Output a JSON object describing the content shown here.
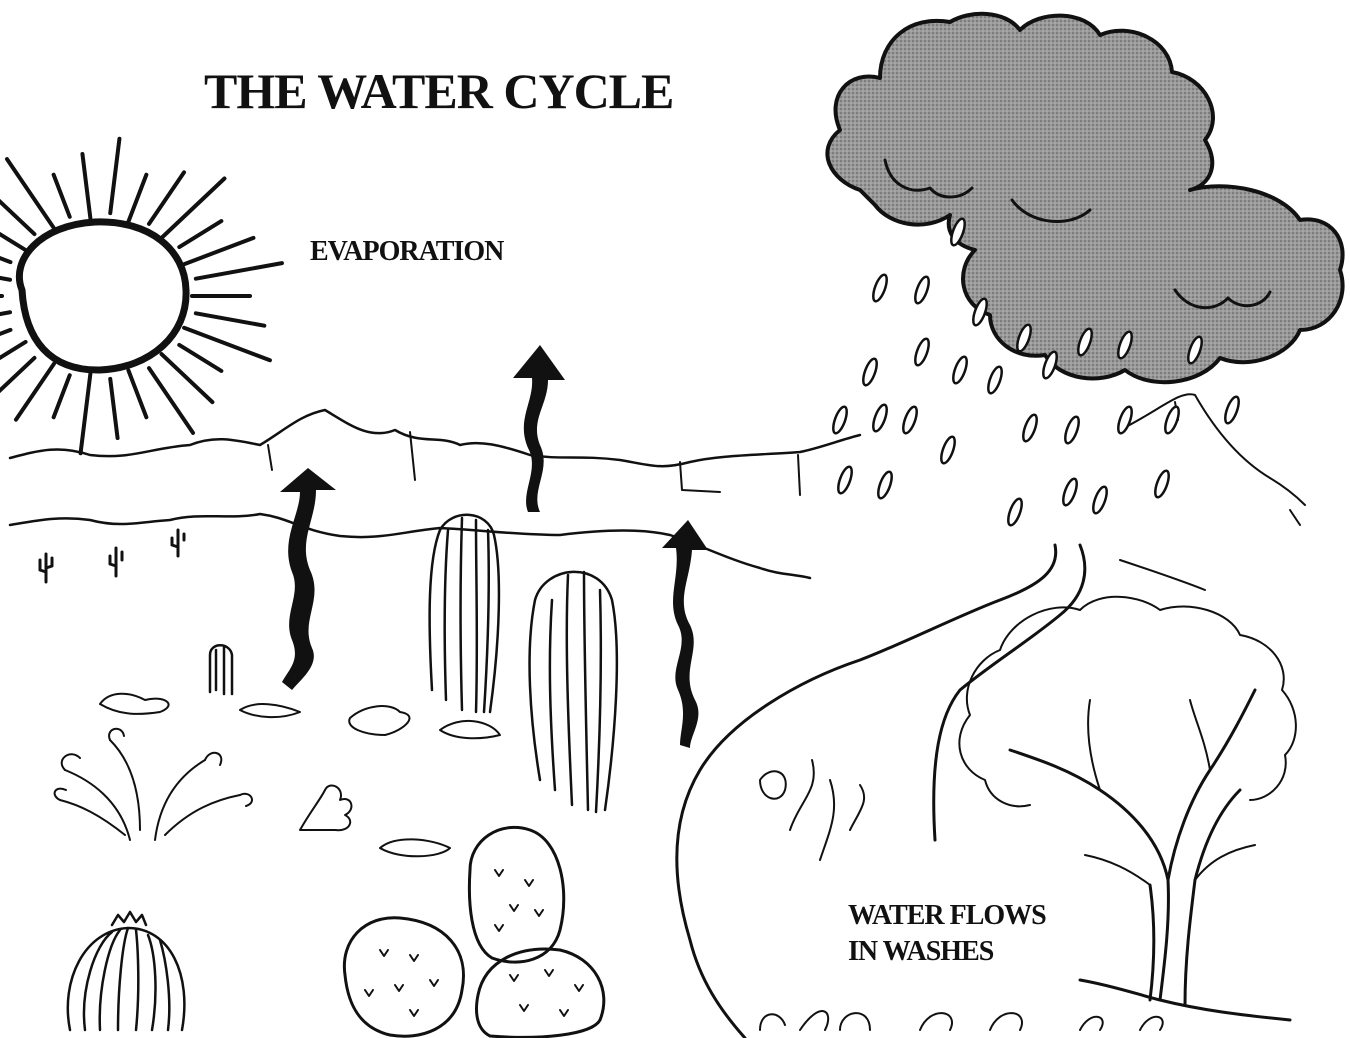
{
  "title": "THE WATER CYCLE",
  "labels": {
    "evaporation": "EVAPORATION",
    "flow_line1": "WATER FLOWS",
    "flow_line2": "IN WASHES"
  },
  "colors": {
    "ink": "#111111",
    "cloud_fill": "#8a8a8a",
    "background": "#ffffff"
  },
  "icons": [
    "sun-icon",
    "rain-cloud-icon",
    "raindrop-icon",
    "evaporation-arrow-icon",
    "saguaro-cactus-icon",
    "barrel-cactus-icon",
    "prickly-pear-cactus-icon",
    "desert-tree-icon",
    "shrub-icon"
  ]
}
